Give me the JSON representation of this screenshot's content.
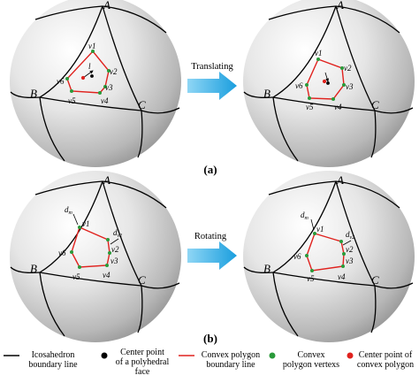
{
  "panels": [
    {
      "label": "(a)",
      "operation": "Translating"
    },
    {
      "label": "(b)",
      "operation": "Rotating"
    }
  ],
  "corner_labels": [
    "A",
    "B",
    "C"
  ],
  "vertex_labels": [
    "v1",
    "v2",
    "v3",
    "v4",
    "v5",
    "v6"
  ],
  "distance_labels": [
    "d",
    "m",
    "v2"
  ],
  "vector_label": "l",
  "legend": [
    {
      "lines": [
        "Icosahedron",
        "boundary line"
      ],
      "marker": "line",
      "color": "#000000"
    },
    {
      "lines": [
        "Center point",
        "of a polyhedral",
        "face"
      ],
      "marker": "dot",
      "color": "#000000"
    },
    {
      "lines": [
        "Convex polygon",
        "boundary line"
      ],
      "marker": "line",
      "color": "#e0221e"
    },
    {
      "lines": [
        "Convex",
        "polygon vertexs"
      ],
      "marker": "dot",
      "color": "#2a9a3a"
    },
    {
      "lines": [
        "Center point of",
        "convex polygon"
      ],
      "marker": "dot",
      "color": "#e0221e"
    }
  ],
  "colors": {
    "arrow": "#3fb6ea",
    "polygon": "#e0221e",
    "vertex": "#2a9a3a",
    "boundary": "#000000"
  }
}
